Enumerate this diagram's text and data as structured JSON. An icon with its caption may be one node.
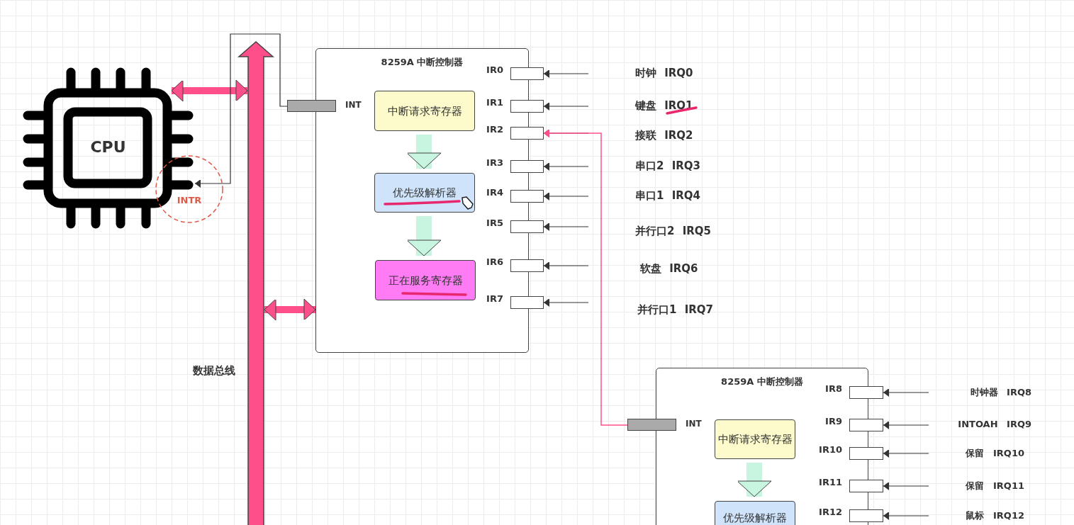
{
  "diagram": {
    "nodes": [
      {
        "text": [
          "CPU"
        ]
      },
      {
        "text": [
          "INTR"
        ]
      },
      {
        "text": [],
        "shape": "bar",
        "beside": [
          "数据总线"
        ]
      },
      {
        "text": [
          "8259A 中断控制器"
        ]
      },
      {
        "text": [],
        "shape": "box",
        "beside": [
          "INT"
        ]
      },
      {
        "text": [
          "中断请求寄存器"
        ],
        "in": 3
      },
      {
        "text": [
          "优先级解析器"
        ],
        "in": 3
      },
      {
        "text": [
          "正在服务寄存器"
        ],
        "in": 3
      },
      {
        "text": [],
        "shape": "box",
        "beside": [
          "IR0"
        ]
      },
      {
        "text": [],
        "shape": "box",
        "beside": [
          "IR1"
        ]
      },
      {
        "text": [],
        "shape": "box",
        "beside": [
          "IR2"
        ]
      },
      {
        "text": [],
        "shape": "box",
        "beside": [
          "IR3"
        ]
      },
      {
        "text": [],
        "shape": "box",
        "beside": [
          "IR4"
        ]
      },
      {
        "text": [],
        "shape": "box",
        "beside": [
          "IR5"
        ]
      },
      {
        "text": [],
        "shape": "box",
        "beside": [
          "IR6"
        ]
      },
      {
        "text": [],
        "shape": "box",
        "beside": [
          "IR7"
        ]
      },
      {
        "text": [
          "8259A 中断控制器"
        ]
      },
      {
        "text": [],
        "shape": "box",
        "beside": [
          "INT"
        ]
      },
      {
        "text": [
          "中断请求寄存器"
        ],
        "in": 16
      },
      {
        "text": [
          "优先级解析器"
        ],
        "in": 16
      },
      {
        "text": [],
        "shape": "box",
        "beside": [
          "IR8"
        ]
      },
      {
        "text": [],
        "shape": "box",
        "beside": [
          "IR9"
        ]
      },
      {
        "text": [],
        "shape": "box",
        "beside": [
          "IR10"
        ]
      },
      {
        "text": [],
        "shape": "box",
        "beside": [
          "IR11"
        ]
      },
      {
        "text": [],
        "shape": "box",
        "beside": [
          "IR12"
        ]
      }
    ],
    "edges": [
      {
        "from": 0,
        "to": 2,
        "arrow": "both",
        "style": "thick",
        "color": "#ff4f8b"
      },
      {
        "from": 2,
        "to": 3,
        "arrow": "both",
        "style": "thick",
        "color": "#ff4f8b"
      },
      {
        "from": 4,
        "to": 1,
        "arrow": "to"
      },
      {
        "from": 5,
        "to": 6,
        "arrow": "to",
        "style": "thick",
        "color": "#c8f5e0"
      },
      {
        "from": 6,
        "to": 7,
        "arrow": "to",
        "style": "thick",
        "color": "#c8f5e0"
      },
      {
        "from": 18,
        "to": 19,
        "arrow": "to",
        "style": "thick",
        "color": "#c8f5e0"
      },
      {
        "from": null,
        "to": 8,
        "arrow": "to"
      },
      {
        "from": null,
        "to": 9,
        "arrow": "to"
      },
      {
        "from": null,
        "to": 10,
        "arrow": "to"
      },
      {
        "from": null,
        "to": 11,
        "arrow": "to"
      },
      {
        "from": null,
        "to": 12,
        "arrow": "to"
      },
      {
        "from": null,
        "to": 13,
        "arrow": "to"
      },
      {
        "from": null,
        "to": 14,
        "arrow": "to"
      },
      {
        "from": null,
        "to": 15,
        "arrow": "to"
      },
      {
        "from": 17,
        "to": 10,
        "arrow": "to",
        "color": "#ff4f8b"
      },
      {
        "from": null,
        "to": 20,
        "arrow": "to"
      },
      {
        "from": null,
        "to": 21,
        "arrow": "to"
      },
      {
        "from": null,
        "to": 22,
        "arrow": "to"
      },
      {
        "from": null,
        "to": 23,
        "arrow": "to"
      },
      {
        "from": null,
        "to": 24,
        "arrow": "to"
      }
    ],
    "labels": [
      "时钟 IRQ0",
      "键盘 IRQ1",
      "接联 IRQ2",
      "串口2 IRQ3",
      "串口1 IRQ4",
      "并行口2 IRQ5",
      "软盘 IRQ6",
      "并行口1 IRQ7",
      "时钟器 IRQ8",
      "INTOAH IRQ9",
      "保留 IRQ10",
      "保留 IRQ11",
      "鼠标 IRQ12"
    ]
  }
}
